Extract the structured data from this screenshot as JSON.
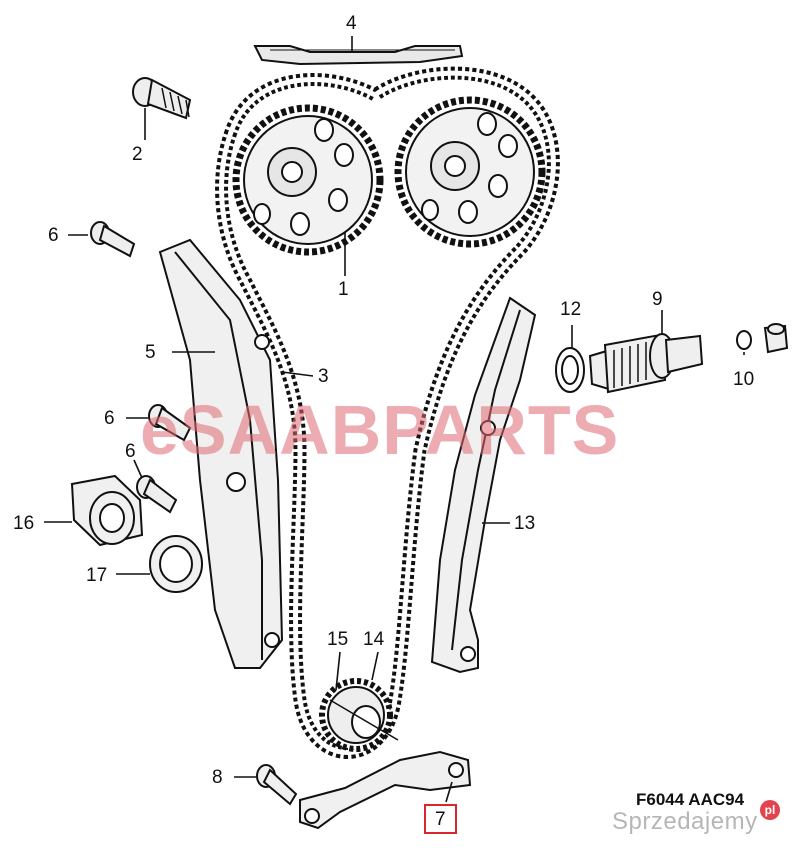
{
  "callouts": {
    "c1": "1",
    "c2": "2",
    "c3": "3",
    "c4": "4",
    "c5": "5",
    "c6a": "6",
    "c6b": "6",
    "c6c": "6",
    "c7": "7",
    "c8": "8",
    "c9": "9",
    "c10": "10",
    "c12": "12",
    "c13": "13",
    "c14": "14",
    "c15": "15",
    "c16": "16",
    "c17": "17"
  },
  "diagram_code": "F6044 AAC94",
  "watermark": "eSAABPARTS",
  "brand": {
    "name": "Sprzedajemy",
    "badge": "pl"
  },
  "colors": {
    "ink": "#111111",
    "highlight_box": "#d8262f",
    "watermark": "#e06a72",
    "brand_gray": "#b6b6b6"
  }
}
